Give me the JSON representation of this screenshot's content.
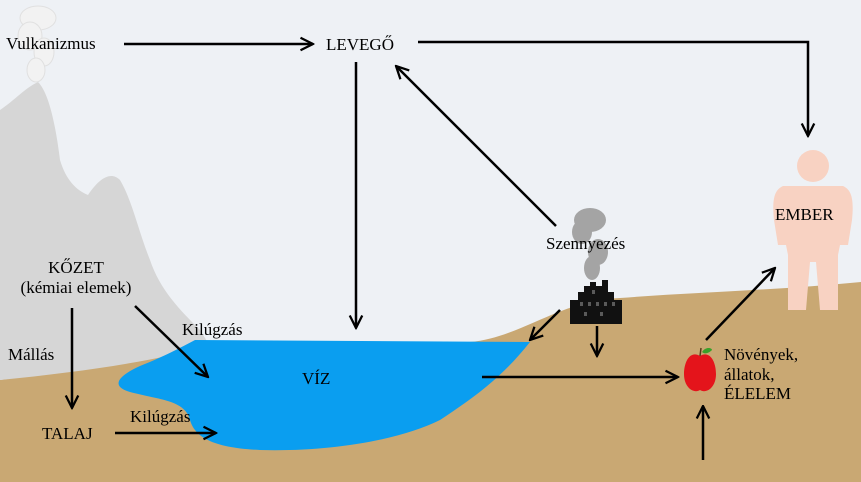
{
  "labels": {
    "vulkanizmus": "Vulkanizmus",
    "levego": "LEVEGŐ",
    "kozet_line1": "KŐZET",
    "kozet_line2": "(kémiai elemek)",
    "mallas": "Mállás",
    "talaj": "TALAJ",
    "kilugzas_upper": "Kilúgzás",
    "kilugzas_lower": "Kilúgzás",
    "viz": "VÍZ",
    "szennyezes": "Szennyezés",
    "ember": "EMBER",
    "novenyek_line1": "Növények,",
    "novenyek_line2": "állatok,",
    "novenyek_line3": "ÉLELEM"
  },
  "colors": {
    "sky": "#eef1f5",
    "ground": "#c9a873",
    "water": "#0a9ef0",
    "mountain": "#d6d6d6",
    "smoke": "#a4a4a4",
    "factory": "#111111",
    "human": "#f8d2c2",
    "apple": "#e4141b",
    "leaf": "#3aa12a",
    "arrow": "#000000"
  },
  "icons": [
    "volcano-mountain",
    "volcano-smoke",
    "factory-icon",
    "factory-smoke",
    "apple-icon",
    "human-figure-icon"
  ]
}
